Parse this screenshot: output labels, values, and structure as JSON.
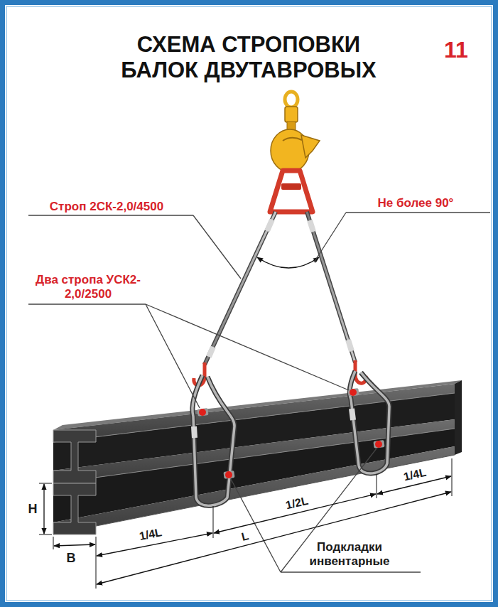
{
  "diagram": {
    "title": "СХЕМА СТРОПОВКИ БАЛОК ДВУТАВРОВЫХ",
    "labels": [
      "11",
      "Строп 2СК-2,0/4500",
      "Не более 90°",
      "Два стропа УСК2-2,0/2500",
      "Подкладки инвентарные",
      "H",
      "B",
      "1/4L",
      "1/2L",
      "1/4L",
      "L"
    ]
  }
}
